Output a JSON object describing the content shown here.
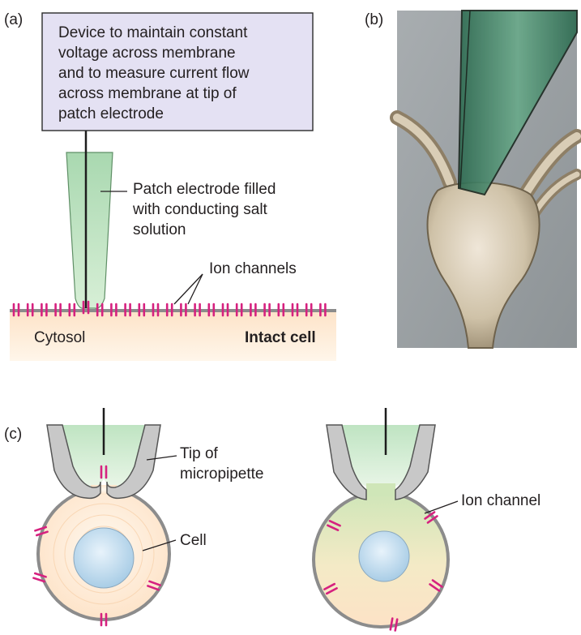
{
  "panel_a": {
    "letter": "(a)",
    "device_box": {
      "lines": [
        "Device to maintain constant",
        "voltage across membrane",
        "and to measure current flow",
        "across membrane at tip of",
        "patch electrode"
      ]
    },
    "electrode_label": [
      "Patch electrode filled",
      "with conducting salt",
      "solution"
    ],
    "ion_channels_label": "Ion channels",
    "cytosol_label": "Cytosol",
    "intact_cell_label": "Intact cell"
  },
  "panel_b": {
    "letter": "(b)"
  },
  "panel_c": {
    "letter": "(c)",
    "tip_label": [
      "Tip of",
      "micropipette"
    ],
    "cell_label": "Cell",
    "ion_channel_label": "Ion channel"
  },
  "colors": {
    "device_box_fill": "#e4e1f3",
    "electrode_green": "#b7dfbb",
    "channel_magenta": "#d6217f",
    "membrane_gray": "#8c8c8c",
    "cytosol_peach": "#fde8d2",
    "micrograph_gray": "#9aa0a3"
  }
}
